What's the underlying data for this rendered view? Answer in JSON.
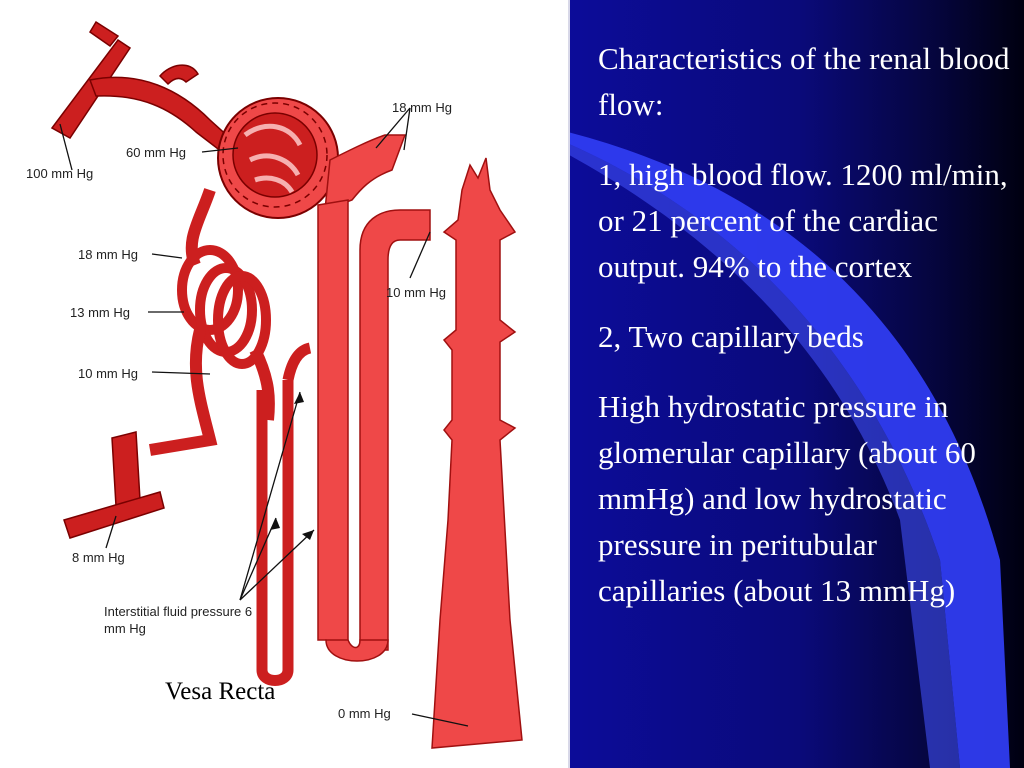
{
  "slide": {
    "heading": "Characteristics of the renal blood flow:",
    "point1": "1, high blood flow. 1200 ml/min, or 21 percent of the cardiac output. 94% to the cortex",
    "point2": "2, Two capillary beds",
    "point3": "High hydrostatic pressure in glomerular capillary (about 60 mmHg) and low hydrostatic pressure in peritubular capillaries (about 13 mmHg)"
  },
  "figure": {
    "labels": {
      "p100": "100 mm Hg",
      "p60": "60 mm Hg",
      "p18_top": "18 mm Hg",
      "p18_left": "18 mm Hg",
      "p13": "13 mm Hg",
      "p10_left": "10 mm Hg",
      "p10_right": "10 mm Hg",
      "p8": "8 mm Hg",
      "interstitial": "Interstitial fluid pressure 6 mm Hg",
      "p0": "0 mm Hg"
    },
    "caption": "Vesa Recta"
  },
  "colors": {
    "vessel_red": "#cc1f1f",
    "tubule_red": "#ef4848",
    "background_blue": "#0c0c9a",
    "swoosh_blue": "#2f3cf0",
    "text_white": "#ffffff"
  }
}
